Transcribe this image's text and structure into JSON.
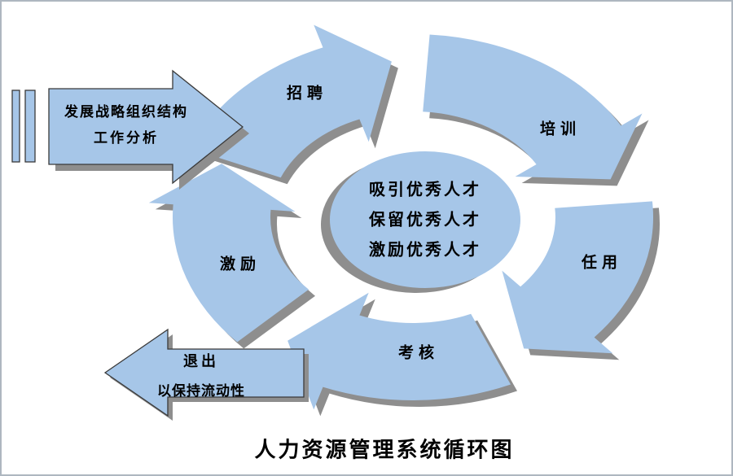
{
  "title": "人力资源管理系统循环图",
  "colors": {
    "arrow_fill": "#a6c6e8",
    "shadow": "#8e8e8e",
    "outline": "#3a3a3a",
    "text": "#000000"
  },
  "entry": {
    "line1": "发展战略组织结构",
    "line2": "工作分析"
  },
  "cycle": {
    "segments": [
      {
        "label": "招聘"
      },
      {
        "label": "培训"
      },
      {
        "label": "任用"
      },
      {
        "label": "考核"
      },
      {
        "label": "激励"
      }
    ]
  },
  "center": {
    "lines": [
      "吸引优秀人才",
      "保留优秀人才",
      "激励优秀人才"
    ]
  },
  "exit": {
    "line1": "退出",
    "line2": "以保持流动性"
  }
}
